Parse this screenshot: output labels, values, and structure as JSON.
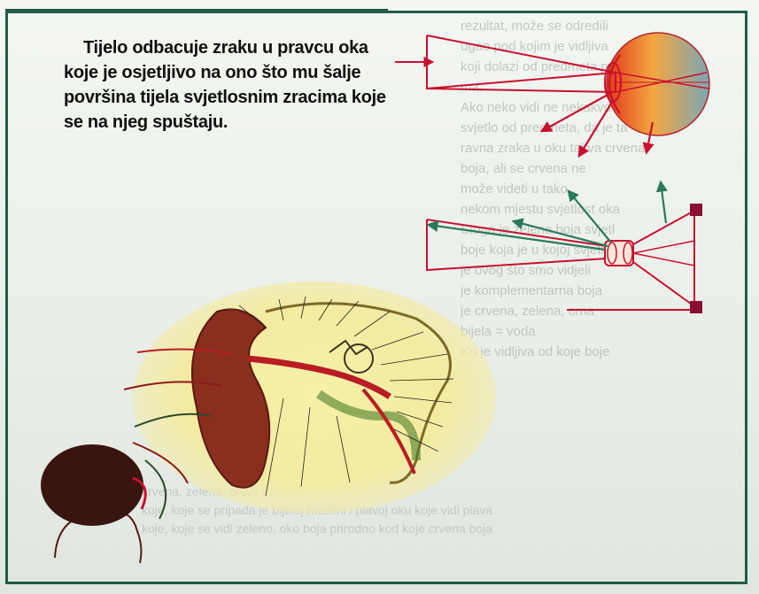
{
  "caption": {
    "lines": [
      "Tijelo odbacuje zraku u pravcu oka",
      "koje je osjetljivo na ono što mu šalje",
      "površina tijela svjetlosnim zracima koje",
      "se na njeg spuštaju."
    ]
  },
  "background_text": {
    "right_column": [
      "rezultat, može se odredili",
      "ugao pod kojim je vidljiva",
      "koji dolazi od predmeta pre-",
      "ma.",
      "Ako neko vidi ne nekakvo",
      "svjetlo od predmeta, da je ta",
      "ravna zraka u oku takva crvena",
      "boja, ali se crvena ne",
      "može videti u tako",
      "nekom mjestu svjetlost oka",
      "Stoga je zelena boja svjetl",
      "boje koja je u kojoj svjetli",
      "je ovog što smo vidjeli",
      "je komplementarna boja",
      "je crvena, zelena, crna",
      "bijela = voda",
      "Ko je vidljiva od koje boje"
    ],
    "bottom": [
      "crvena, zelena, plava i bijela",
      "koje, koje se pripada je bijeloj maslini i plavoj oku koje vidi plava",
      "koje, koje se vidi zeleno, oko boja prirodno kod koje crvena boja"
    ]
  },
  "colors": {
    "frame": "#1f5c4a",
    "ray_red": "#c8102e",
    "ray_green": "#2a7a5c",
    "eyeball_gradient": [
      "#e03a1a",
      "#f4a640",
      "#7aa6b8"
    ],
    "ear_background": "#f3eba0"
  },
  "illustrations": {
    "eye_diagram": "eye-receiving-light-rays",
    "lens_diagram": "lens-with-reflected-rays",
    "ear_anatomy": "ear-cross-section",
    "head": "person-head-silhouette"
  }
}
